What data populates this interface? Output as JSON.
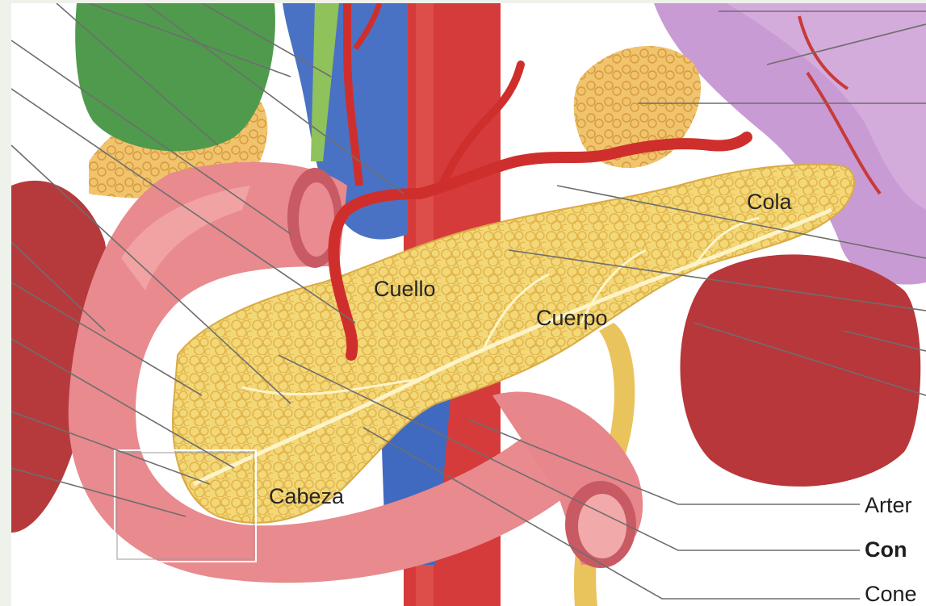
{
  "figure": {
    "regions": {
      "head": "Cabeza",
      "neck": "Cuello",
      "body": "Cuerpo",
      "tail": "Cola"
    },
    "callouts": [
      {
        "text": "Arter",
        "bold": false
      },
      {
        "text": "Con",
        "bold": true
      },
      {
        "text": "Cone",
        "bold": false
      }
    ]
  },
  "colors": {
    "pancreas": "#f3d878",
    "pancreas_lobule": "#e4b94f",
    "duodenum": "#e88a8e",
    "duodenum_inner": "#f5b6b4",
    "aorta": "#d63b3b",
    "artery": "#cf2f2c",
    "vein": "#4a72c4",
    "kidney": "#b9383b",
    "spleen": "#c79ad2",
    "gallbladder": "#4f9a4d",
    "bile_duct": "#8fc25a",
    "ureter": "#e9c35b",
    "leader_line": "#6e6e6e"
  }
}
